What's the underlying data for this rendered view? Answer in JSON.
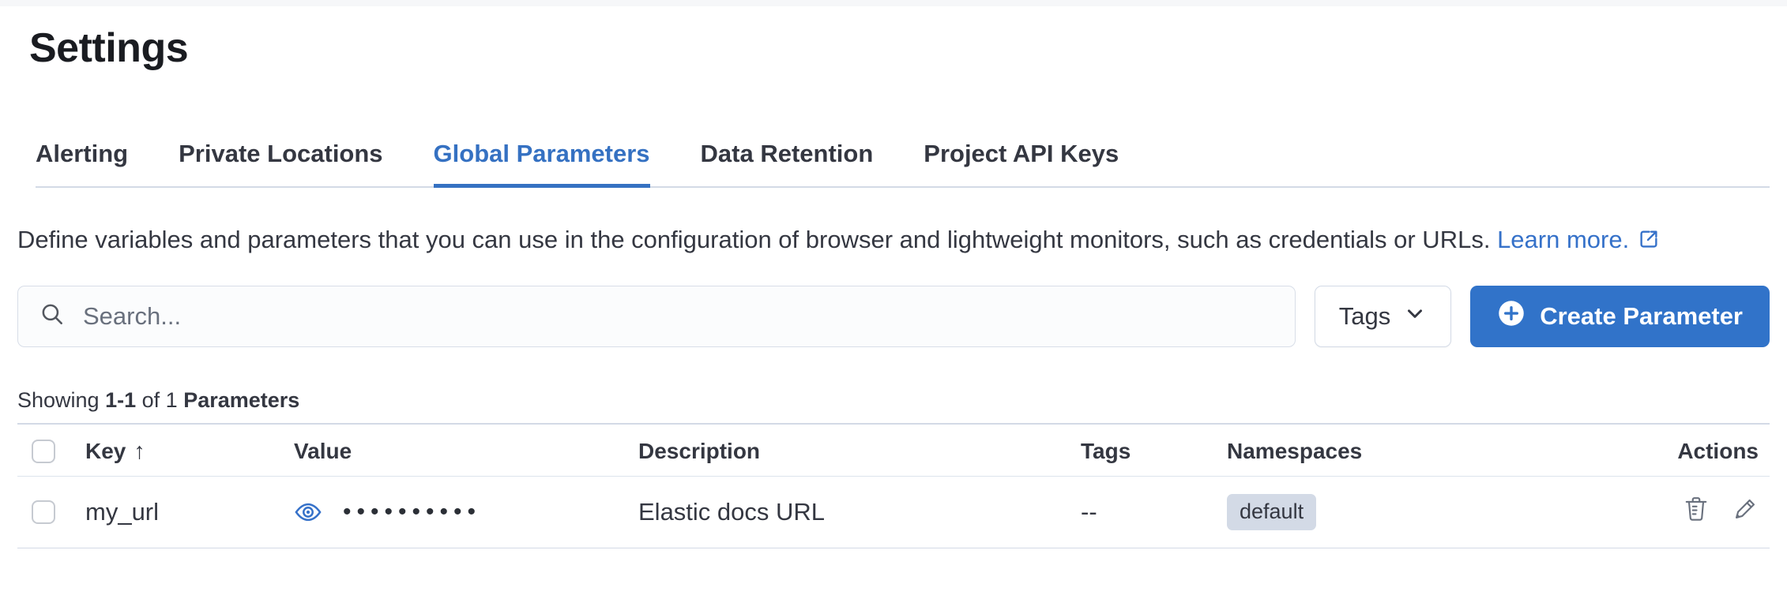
{
  "page": {
    "title": "Settings"
  },
  "tabs": [
    {
      "label": "Alerting",
      "active": false
    },
    {
      "label": "Private Locations",
      "active": false
    },
    {
      "label": "Global Parameters",
      "active": true
    },
    {
      "label": "Data Retention",
      "active": false
    },
    {
      "label": "Project API Keys",
      "active": false
    }
  ],
  "description": {
    "text": "Define variables and parameters that you can use in the configuration of browser and lightweight monitors, such as credentials or URLs.",
    "link_label": "Learn more.",
    "link_icon": "external-link-icon"
  },
  "toolbar": {
    "search_placeholder": "Search...",
    "search_icon": "search-icon",
    "tags_button_label": "Tags",
    "tags_button_icon": "chevron-down-icon",
    "create_button_label": "Create Parameter",
    "create_button_icon": "plus-in-circle-icon"
  },
  "summary": {
    "showing": "Showing",
    "range": "1-1",
    "of_text": "of 1",
    "label": "Parameters"
  },
  "table": {
    "columns": [
      "Key",
      "Value",
      "Description",
      "Tags",
      "Namespaces",
      "Actions"
    ],
    "sort": {
      "column": "Key",
      "direction": "ascending",
      "arrow": "↑"
    },
    "rows": [
      {
        "key": "my_url",
        "masked_value": "••••••••••",
        "value_icon": "eye-icon",
        "description": "Elastic docs URL",
        "tags": "--",
        "namespace": "default",
        "action_icons": [
          "trash-icon",
          "pencil-icon"
        ]
      }
    ]
  },
  "colors": {
    "accent_blue": "#3571c2",
    "button_blue": "#3173c9",
    "link_blue": "#3571c9",
    "badge_bg": "#d3dae6",
    "border_gray": "#d3dae6",
    "icon_gray": "#69707d",
    "text_dark": "#343741"
  }
}
